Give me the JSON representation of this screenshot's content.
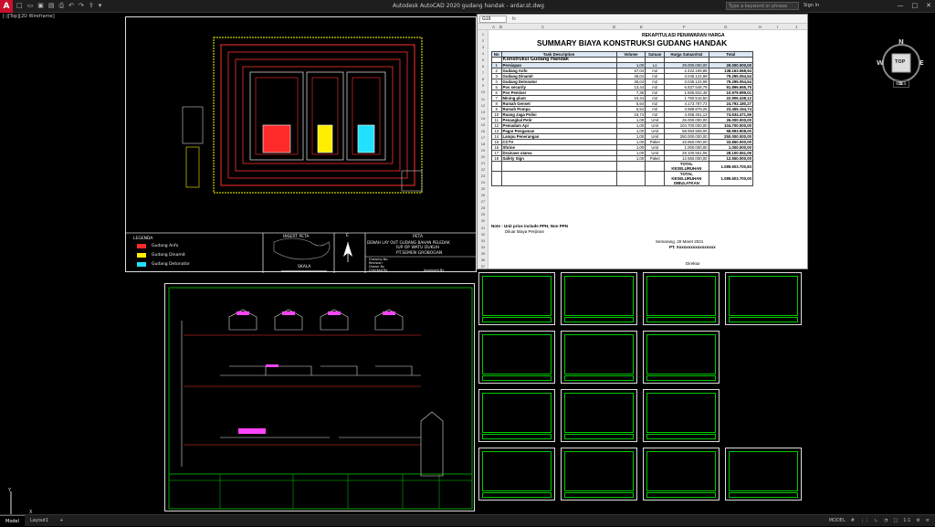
{
  "app": {
    "logo": "A",
    "title": "Autodesk AutoCAD 2020    gudang handak - ardar.st.dwg",
    "search_placeholder": "Type a keyword or phrase",
    "user": "Sign In",
    "view_label": "[-][Top][2D Wireframe]"
  },
  "viewcube": {
    "top": "TOP",
    "n": "N",
    "s": "S",
    "e": "E",
    "w": "W",
    "wcs": "WCS"
  },
  "statusbar": {
    "tabs": [
      {
        "label": "Model"
      },
      {
        "label": "Layout1"
      },
      {
        "label": "+"
      }
    ],
    "model_label": "MODEL",
    "scale": "1:1"
  },
  "map_sheet": {
    "legend_title": "LEGENDA",
    "legend": [
      {
        "label": "Gudang Anfo",
        "color": "#ff2a2a"
      },
      {
        "label": "Gudang Dinamit",
        "color": "#ffee00"
      },
      {
        "label": "Gudang Detonator",
        "color": "#22e0ff"
      }
    ],
    "insert_label": "INSERT PETA",
    "compass_letter": "E",
    "scale_label": "SKALA",
    "title_line1": "PETA",
    "title_line2": "DENAH LAY OUT GUDANG BAHAN PELEDAK",
    "title_line3": "IUP OP WATU DUKUH",
    "company": "PT.SEMEN GROBOGAN",
    "info_rows": [
      "Drawing No.",
      "Revision",
      "Drawn By",
      "Checked By",
      "Approved By"
    ]
  },
  "excel": {
    "namebox": "G19",
    "columns": [
      "A",
      "B",
      "C",
      "D",
      "E",
      "F",
      "G",
      "H",
      "I",
      "J"
    ],
    "rows": [
      "1",
      "2",
      "3",
      "4",
      "5",
      "6",
      "7",
      "8",
      "9",
      "10",
      "11",
      "12",
      "13",
      "14",
      "15",
      "16",
      "17",
      "18",
      "19",
      "20",
      "21",
      "22",
      "23",
      "24",
      "25",
      "26",
      "27",
      "28",
      "29",
      "30",
      "31",
      "32",
      "33",
      "34",
      "35",
      "36",
      "37"
    ],
    "title1": "REKAPITULASI PENAWARAN HARGA",
    "title2": "SUMMARY BIAYA KONSTRUKSI GUDANG HANDAK",
    "headers": [
      "No",
      "Task Description",
      "Volume",
      "Satuan",
      "Harga Satuan/m2",
      "Total"
    ],
    "section": "Konstruksi Gudang Handak",
    "items": [
      {
        "no": "1",
        "desc": "Persiapan",
        "vol": "1,00",
        "sat": "Ls",
        "harga": "29.000.000,00",
        "total": "29.000.000,00"
      },
      {
        "no": "2",
        "desc": "Gudang Anfo",
        "vol": "57,04",
        "sat": "m2",
        "harga": "2.422.169,86",
        "total": "138.163.568,94"
      },
      {
        "no": "3",
        "desc": "Gudang Dinamit",
        "vol": "26,04",
        "sat": "m2",
        "harga": "3.045.124,99",
        "total": "79.295.054,54"
      },
      {
        "no": "4",
        "desc": "Gudang Detonator",
        "vol": "26,04",
        "sat": "m2",
        "harga": "3.045.124,99",
        "total": "79.295.054,54"
      },
      {
        "no": "5",
        "desc": "Pos security",
        "vol": "13,44",
        "sat": "m2",
        "harga": "6.837.548,79",
        "total": "91.896.655,75"
      },
      {
        "no": "6",
        "desc": "Pos Pemixer",
        "vol": "7,35",
        "sat": "m2",
        "harga": "1.505.822,48",
        "total": "10.979.999,01"
      },
      {
        "no": "7",
        "desc": "Mining plant",
        "vol": "10,44",
        "sat": "m2",
        "harga": "1.760.515,50",
        "total": "22.906.438,12"
      },
      {
        "no": "8",
        "desc": "Rumah Genset",
        "vol": "5,54",
        "sat": "m2",
        "harga": "4.173.787,72",
        "total": "24.792.180,27"
      },
      {
        "no": "9",
        "desc": "Rumah Pompa",
        "vol": "5,54",
        "sat": "m2",
        "harga": "3.988.879,25",
        "total": "23.455.154,74"
      },
      {
        "no": "10",
        "desc": "Ruang Jaga Polisi",
        "vol": "16,74",
        "sat": "m2",
        "harga": "4.458.451,13",
        "total": "74.634.471,56"
      },
      {
        "no": "11",
        "desc": "Penangkal Petir",
        "vol": "1,00",
        "sat": "Unit",
        "harga": "26.000.000,00",
        "total": "26.000.000,00"
      },
      {
        "no": "12",
        "desc": "Pemadam Api",
        "vol": "1,00",
        "sat": "Unit",
        "harga": "104.700.000,00",
        "total": "104.700.000,00"
      },
      {
        "no": "13",
        "desc": "Pagar Pengaman",
        "vol": "1,00",
        "sat": "Unit",
        "harga": "58.993.908,00",
        "total": "58.993.908,00"
      },
      {
        "no": "14",
        "desc": "Lampu Penerangan",
        "vol": "1,00",
        "sat": "Unit",
        "harga": "250.000.000,00",
        "total": "250.000.000,00"
      },
      {
        "no": "15",
        "desc": "CCTV",
        "vol": "1,00",
        "sat": "Paket",
        "harga": "33.850.000,00",
        "total": "33.850.000,00"
      },
      {
        "no": "16",
        "desc": "Shrine",
        "vol": "1,00",
        "sat": "Unit",
        "harga": "1.000.000,00",
        "total": "1.000.000,00"
      },
      {
        "no": "17",
        "desc": "Drainase utama",
        "vol": "1,00",
        "sat": "Unit",
        "harga": "28.100.551,06",
        "total": "28.100.551,06"
      },
      {
        "no": "18",
        "desc": "Safety Sign",
        "vol": "1,00",
        "sat": "Paket",
        "harga": "12.550.000,00",
        "total": "12.550.000,00"
      }
    ],
    "total_label": "TOTAL KESELURUHAN",
    "total_value": "1.089.603.700,83",
    "total_round_label": "TOTAL KESELURUHAN DIBULATKAN",
    "total_round_value": "1.089.603.700,00",
    "note1": "Note : Unit price include PPH, Non PPN",
    "note2": "Diluar Biaya Perijinan",
    "place_date": "Semarang, 20 Maret 2021",
    "company": "PT. Xxxxxxxxxxxxxxxxx",
    "signer": "Direktur"
  }
}
